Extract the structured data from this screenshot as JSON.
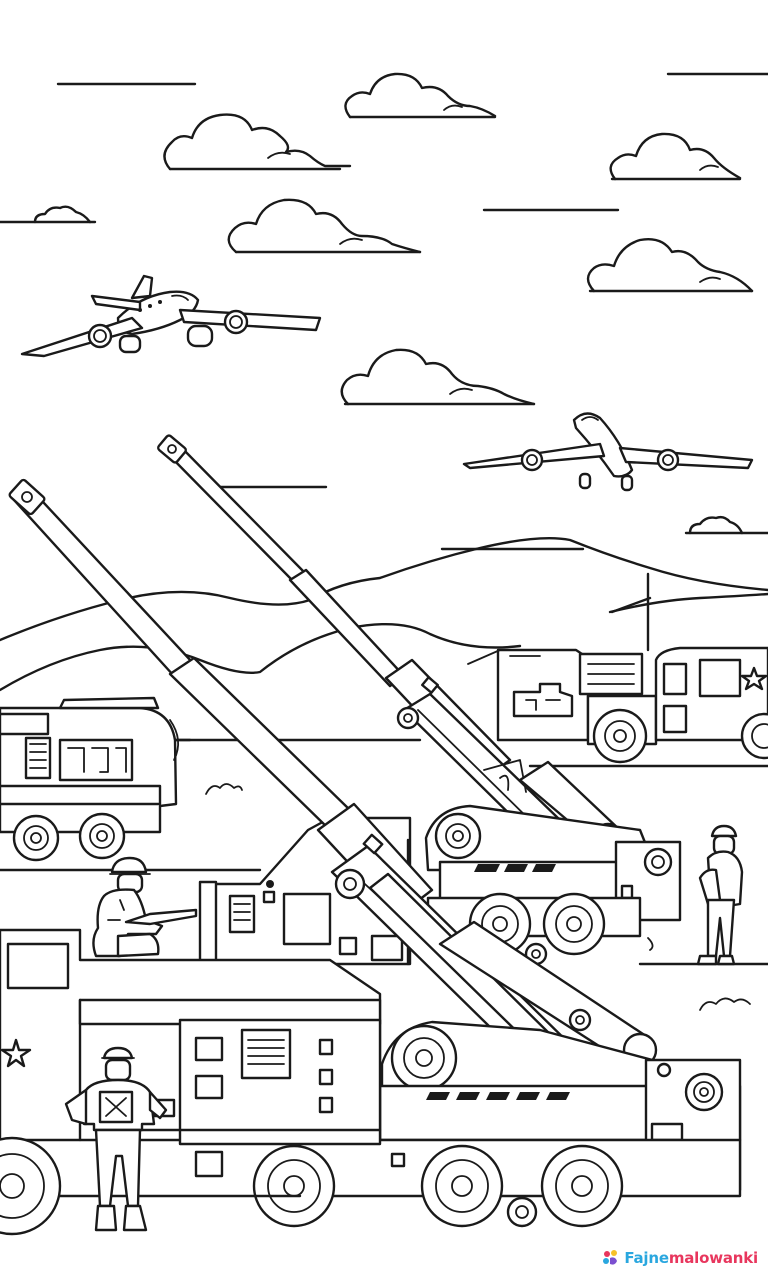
{
  "page": {
    "kind": "coloring-page",
    "subject": "military-artillery-scene"
  },
  "watermark": {
    "text_a": "Fajne",
    "text_b": "malowanki",
    "colors": [
      "#e8365d",
      "#f47b20",
      "#f6c12a",
      "#5cb85c",
      "#2aa7df",
      "#7b4fd0"
    ]
  },
  "colors": {
    "line": "#1a1a1a",
    "paper": "#ffffff"
  }
}
